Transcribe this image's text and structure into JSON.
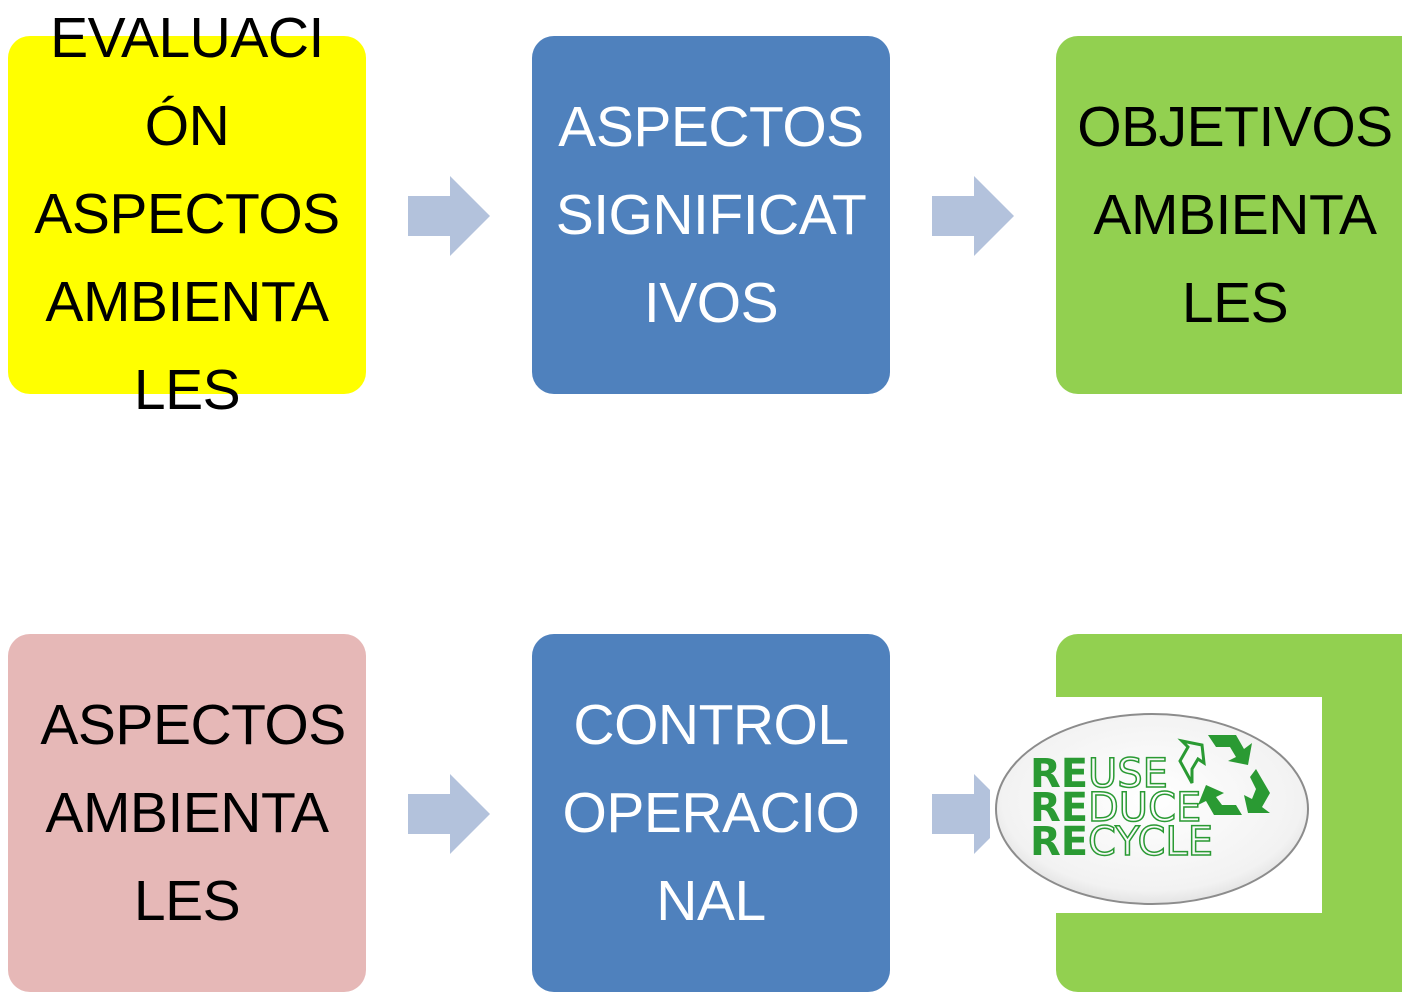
{
  "boxes": [
    {
      "text": "EVALUACI\nÓN\nASPECTOS\nAMBIENTA\nLES"
    },
    {
      "text": "ASPECTOS\nSIGNIFICAT\nIVOS"
    },
    {
      "text": "OBJETIVOS\nAMBIENTA\nLES"
    },
    {
      "text": " ASPECTOS\nAMBIENTA\nLES"
    },
    {
      "text": "CONTROL\nOPERACIO\nNAL"
    }
  ],
  "logo": {
    "line1_prefix": "RE",
    "line1_suffix": "USE",
    "line2_prefix": "RE",
    "line2_suffix": "DUCE",
    "line3_prefix": "RE",
    "line3_suffix": "CYCLE"
  },
  "colors": {
    "yellow": "#ffff00",
    "blue": "#4f81bd",
    "green": "#92d050",
    "pink": "#e6b8b7",
    "arrow": "#b3c2dc",
    "logo_green": "#2a9a33"
  }
}
